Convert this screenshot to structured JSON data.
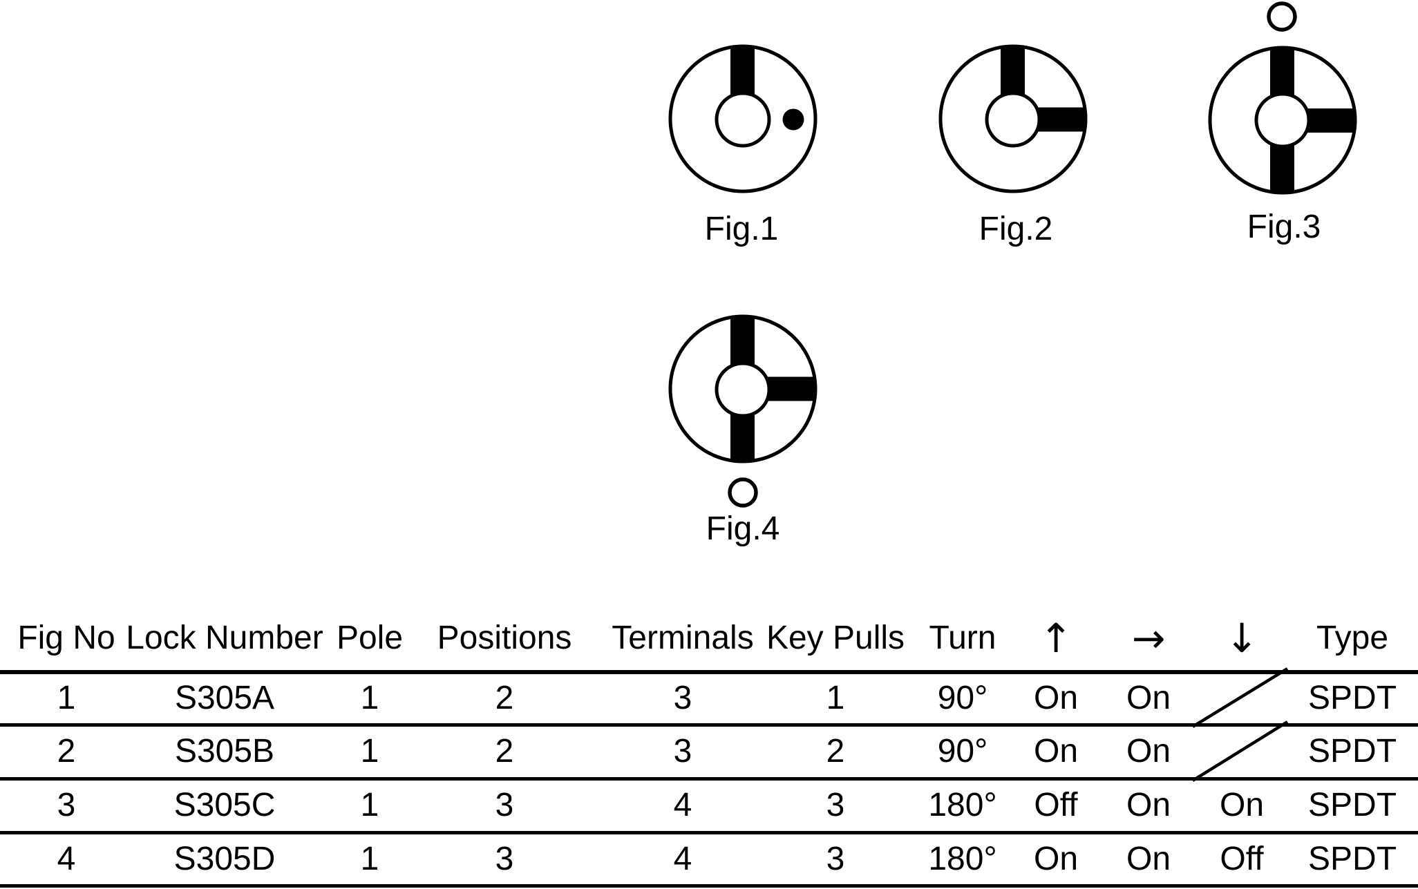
{
  "ink_color": "#000000",
  "background_color": "#ffffff",
  "figures": [
    {
      "label": "Fig.1",
      "black_sectors": [
        "up"
      ],
      "marker": "solid-dot-right-of-center"
    },
    {
      "label": "Fig.2",
      "black_sectors": [
        "up",
        "right"
      ],
      "marker": ""
    },
    {
      "label": "Fig.3",
      "black_sectors": [
        "up",
        "right",
        "down"
      ],
      "marker": "key-pull-circle-above"
    },
    {
      "label": "Fig.4",
      "black_sectors": [
        "up",
        "right",
        "down"
      ],
      "marker": "key-pull-circle-below"
    }
  ],
  "table": {
    "headers": {
      "fig_no": "Fig No",
      "lock_number": "Lock Number",
      "pole": "Pole",
      "positions": "Positions",
      "terminals": "Terminals",
      "key_pulls": "Key Pulls",
      "turn": "Turn",
      "up": "↑",
      "right": "→",
      "down": "↓",
      "type": "Type"
    },
    "rows": [
      {
        "fig_no": "1",
        "lock_number": "S305A",
        "pole": "1",
        "positions": "2",
        "terminals": "3",
        "key_pulls": "1",
        "turn": "90°",
        "up": "On",
        "right": "On",
        "down": "",
        "down_na": true,
        "type": "SPDT"
      },
      {
        "fig_no": "2",
        "lock_number": "S305B",
        "pole": "1",
        "positions": "2",
        "terminals": "3",
        "key_pulls": "2",
        "turn": "90°",
        "up": "On",
        "right": "On",
        "down": "",
        "down_na": true,
        "type": "SPDT"
      },
      {
        "fig_no": "3",
        "lock_number": "S305C",
        "pole": "1",
        "positions": "3",
        "terminals": "4",
        "key_pulls": "3",
        "turn": "180°",
        "up": "Off",
        "right": "On",
        "down": "On",
        "down_na": false,
        "type": "SPDT"
      },
      {
        "fig_no": "4",
        "lock_number": "S305D",
        "pole": "1",
        "positions": "3",
        "terminals": "4",
        "key_pulls": "3",
        "turn": "180°",
        "up": "On",
        "right": "On",
        "down": "Off",
        "down_na": false,
        "type": "SPDT"
      }
    ]
  }
}
